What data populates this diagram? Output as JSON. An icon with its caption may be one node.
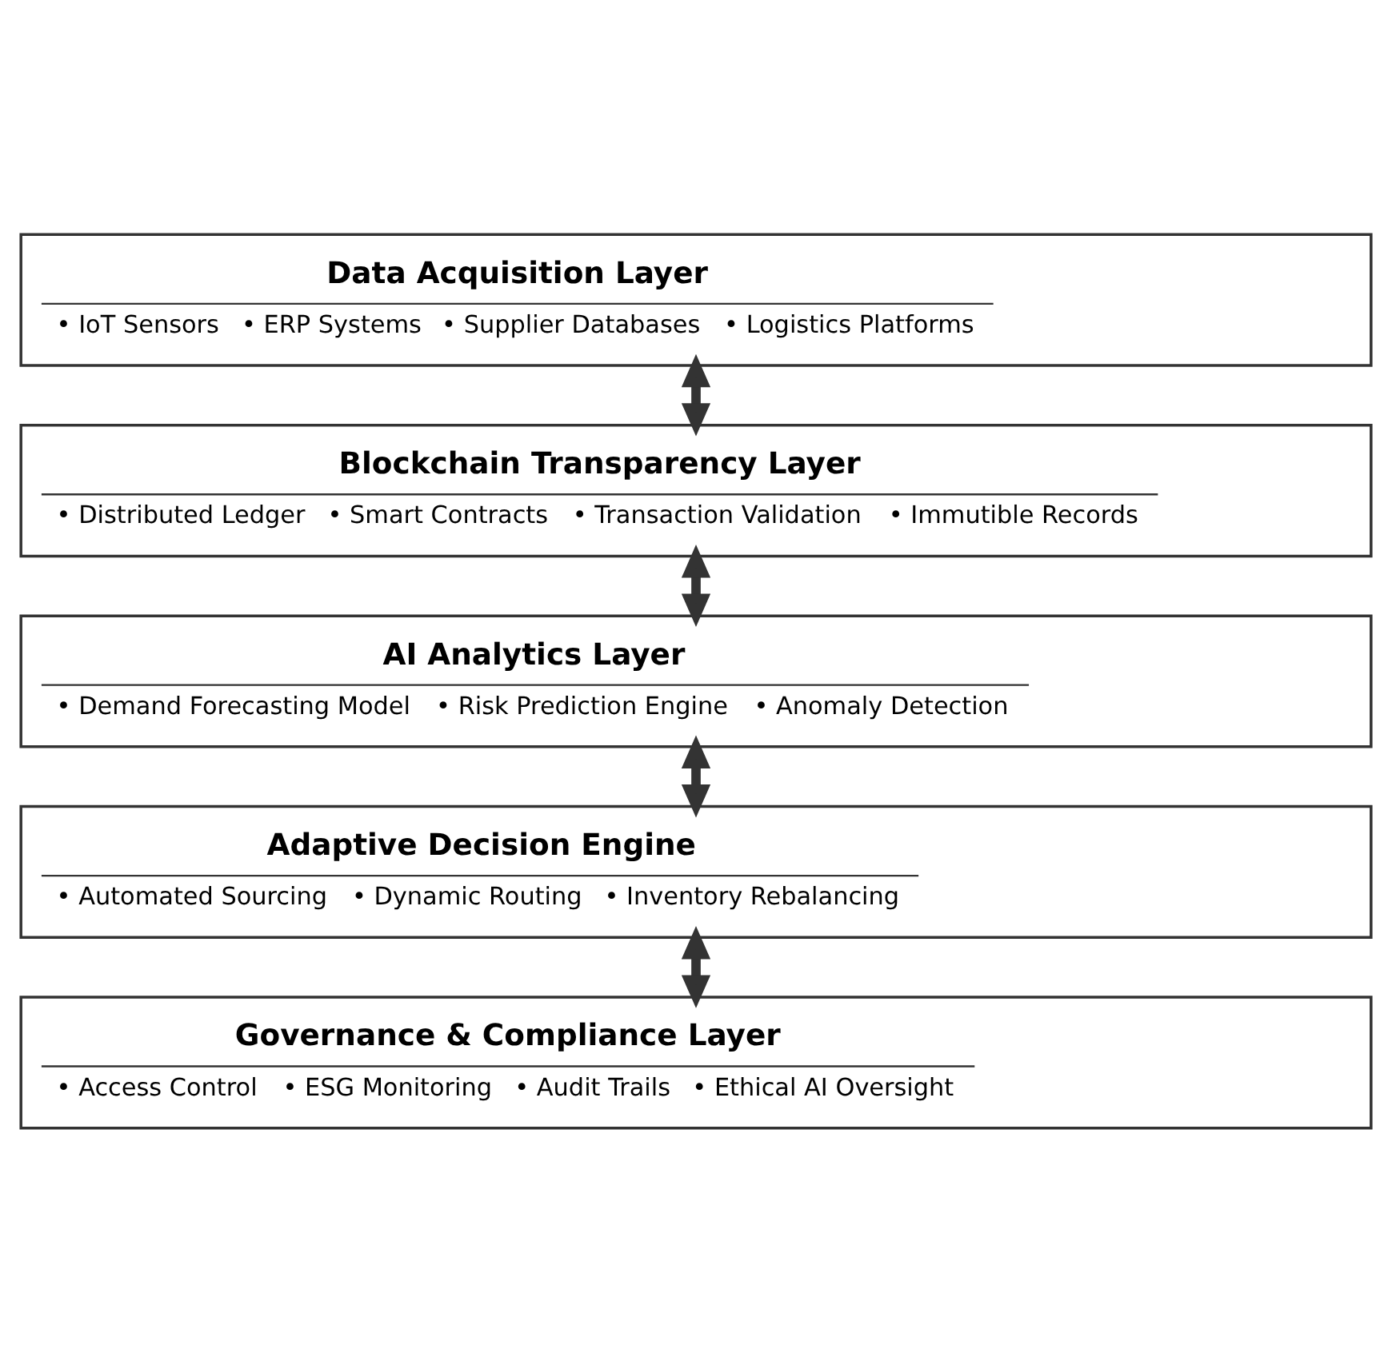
{
  "diagram": {
    "nodes": [
      {
        "text": [
          "Data Acquisition Layer",
          "• IoT Sensors",
          "• ERP Systems",
          "• Supplier Databases",
          "• Logistics Platforms"
        ]
      },
      {
        "text": [
          "Blockchain Transparency Layer",
          "• Distributed Ledger",
          "• Smart Contracts",
          "• Transaction Validation",
          "• Immutible Records"
        ]
      },
      {
        "text": [
          "AI Analytics Layer",
          "• Demand Forecasting Model",
          "• Risk Prediction Engine",
          "• Anomaly Detection"
        ]
      },
      {
        "text": [
          "Adaptive Decision Engine",
          "• Automated Sourcing",
          "• Dynamic Routing",
          "• Inventory Rebalancing"
        ]
      },
      {
        "text": [
          "Governance & Compliance Layer",
          "• Access Control",
          "• ESG Monitoring",
          "• Audit Trails",
          "• Ethical AI Oversight"
        ]
      }
    ],
    "edges": [
      {
        "from": 0,
        "to": 1,
        "arrow": "both"
      },
      {
        "from": 1,
        "to": 2,
        "arrow": "both"
      },
      {
        "from": 2,
        "to": 3,
        "arrow": "both"
      },
      {
        "from": 3,
        "to": 4,
        "arrow": "both"
      }
    ]
  }
}
